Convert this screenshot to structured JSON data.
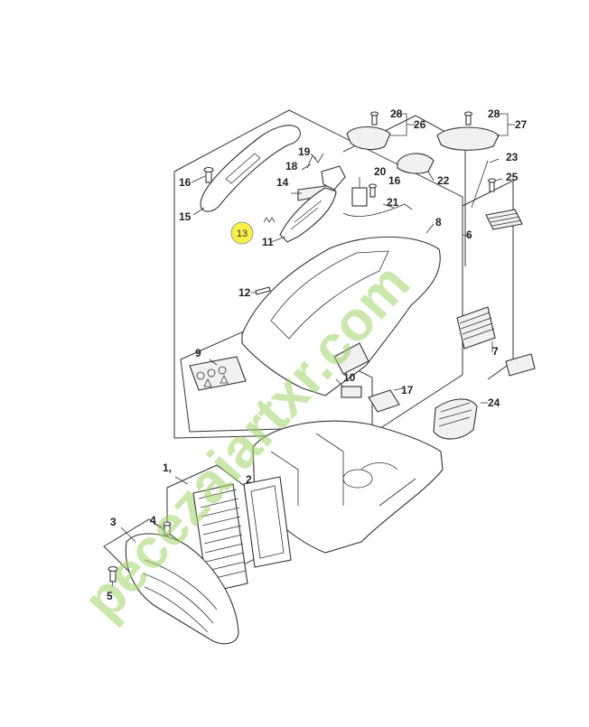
{
  "watermark": {
    "text": "pecezaiartxr.com",
    "color": "#9fd46a",
    "accent_color": "#f3b24a"
  },
  "highlight": {
    "color": "#f7f04a",
    "label": "13"
  },
  "parts": [
    {
      "label": "1,"
    },
    {
      "label": "2"
    },
    {
      "label": "3"
    },
    {
      "label": "4"
    },
    {
      "label": "5"
    },
    {
      "label": "6"
    },
    {
      "label": "7"
    },
    {
      "label": "8"
    },
    {
      "label": "9"
    },
    {
      "label": "10"
    },
    {
      "label": "11"
    },
    {
      "label": "12"
    },
    {
      "label": "14"
    },
    {
      "label": "15"
    },
    {
      "label": "16"
    },
    {
      "label": "16"
    },
    {
      "label": "17"
    },
    {
      "label": "18"
    },
    {
      "label": "19"
    },
    {
      "label": "20"
    },
    {
      "label": "21"
    },
    {
      "label": "22"
    },
    {
      "label": "23"
    },
    {
      "label": "24"
    },
    {
      "label": "25"
    },
    {
      "label": "26"
    },
    {
      "label": "27"
    },
    {
      "label": "28"
    },
    {
      "label": "28"
    }
  ]
}
